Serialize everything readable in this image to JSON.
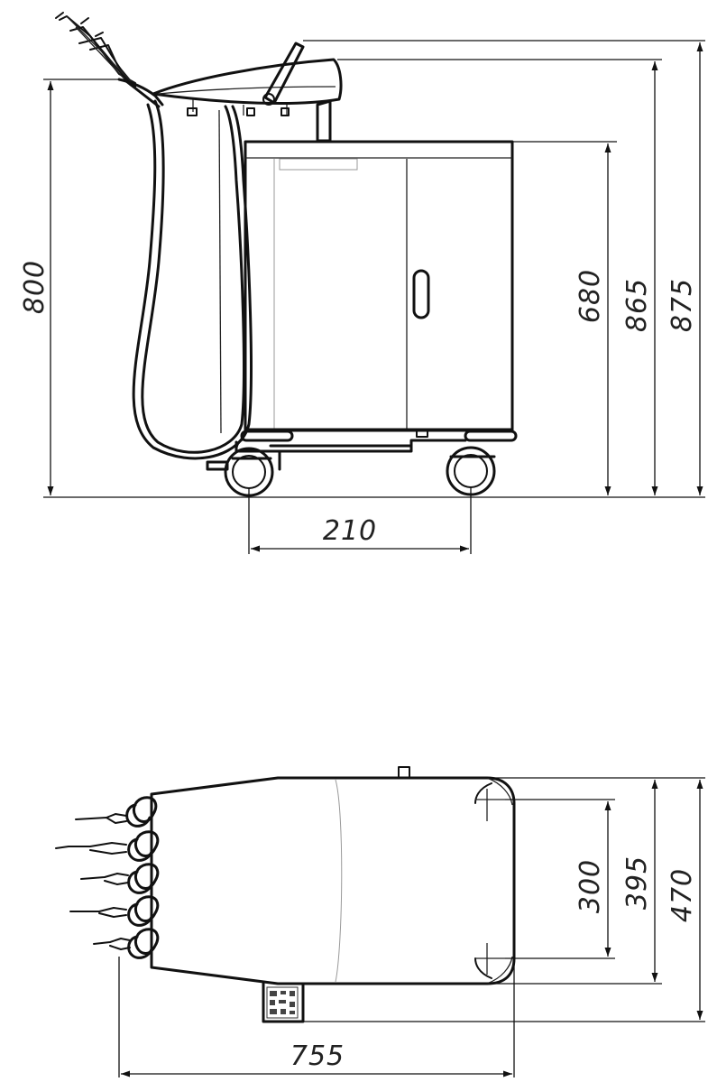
{
  "side_view": {
    "dim_height_arm": "800",
    "dim_height_cabinet": "680",
    "dim_height_top": "865",
    "dim_height_overall": "875",
    "dim_wheelbase": "210"
  },
  "top_view": {
    "dim_handle_spacing": "300",
    "dim_depth_body": "395",
    "dim_depth_overall": "470",
    "dim_length_overall": "755"
  }
}
